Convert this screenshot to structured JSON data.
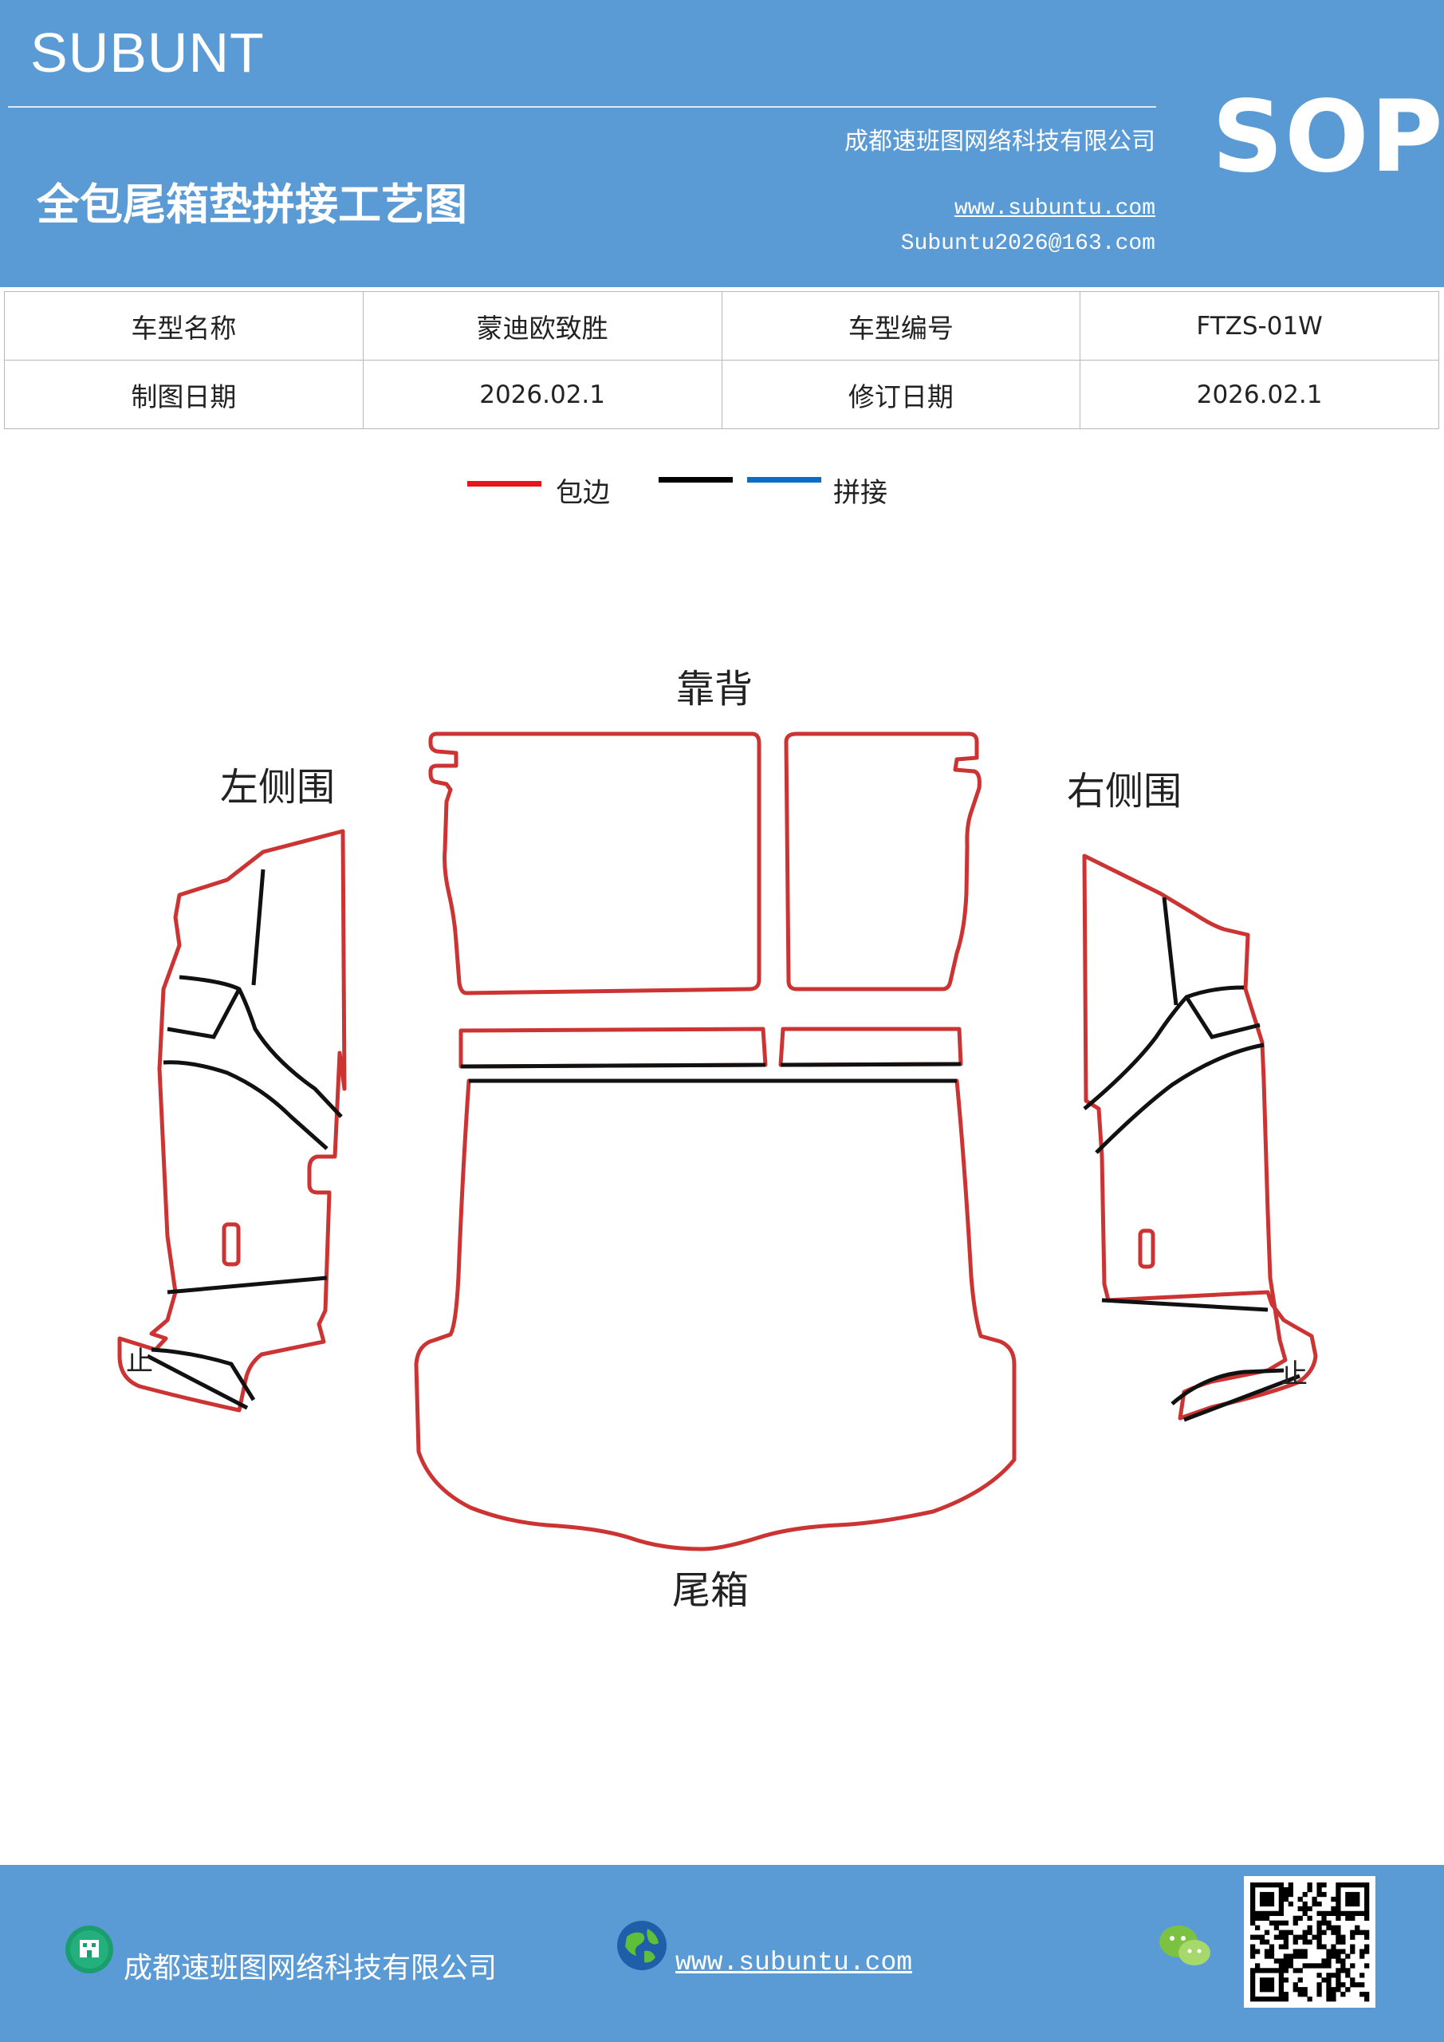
{
  "header": {
    "brand": "SUBUNT",
    "company": "成都速班图网络科技有限公司",
    "title": "全包尾箱垫拼接工艺图",
    "website": "www.subuntu.com",
    "email": "Subuntu2026@163.com",
    "badge": "SOP"
  },
  "info_table": {
    "rows": [
      [
        "车型名称",
        "蒙迪欧致胜",
        "车型编号",
        "FTZS-01W"
      ],
      [
        "制图日期",
        "2026.02.1",
        "修订日期",
        "2026.02.1"
      ]
    ]
  },
  "legend": {
    "items": [
      {
        "color": "#e8141c",
        "label": "包边"
      },
      {
        "color": "#000000",
        "label": ""
      },
      {
        "color": "#0a6fc4",
        "label": "拼接"
      }
    ]
  },
  "diagram": {
    "labels": {
      "backrest": "靠背",
      "left_side": "左侧围",
      "right_side": "右侧围",
      "trunk": "尾箱",
      "left_mark": "止",
      "right_mark": "止"
    },
    "colors": {
      "edge": "#cc3333",
      "seam": "#111111"
    }
  },
  "footer": {
    "company": "成都速班图网络科技有限公司",
    "website": "www.subuntu.com",
    "icons": [
      "building-icon",
      "globe-icon",
      "wechat-icon",
      "qr-code"
    ]
  }
}
